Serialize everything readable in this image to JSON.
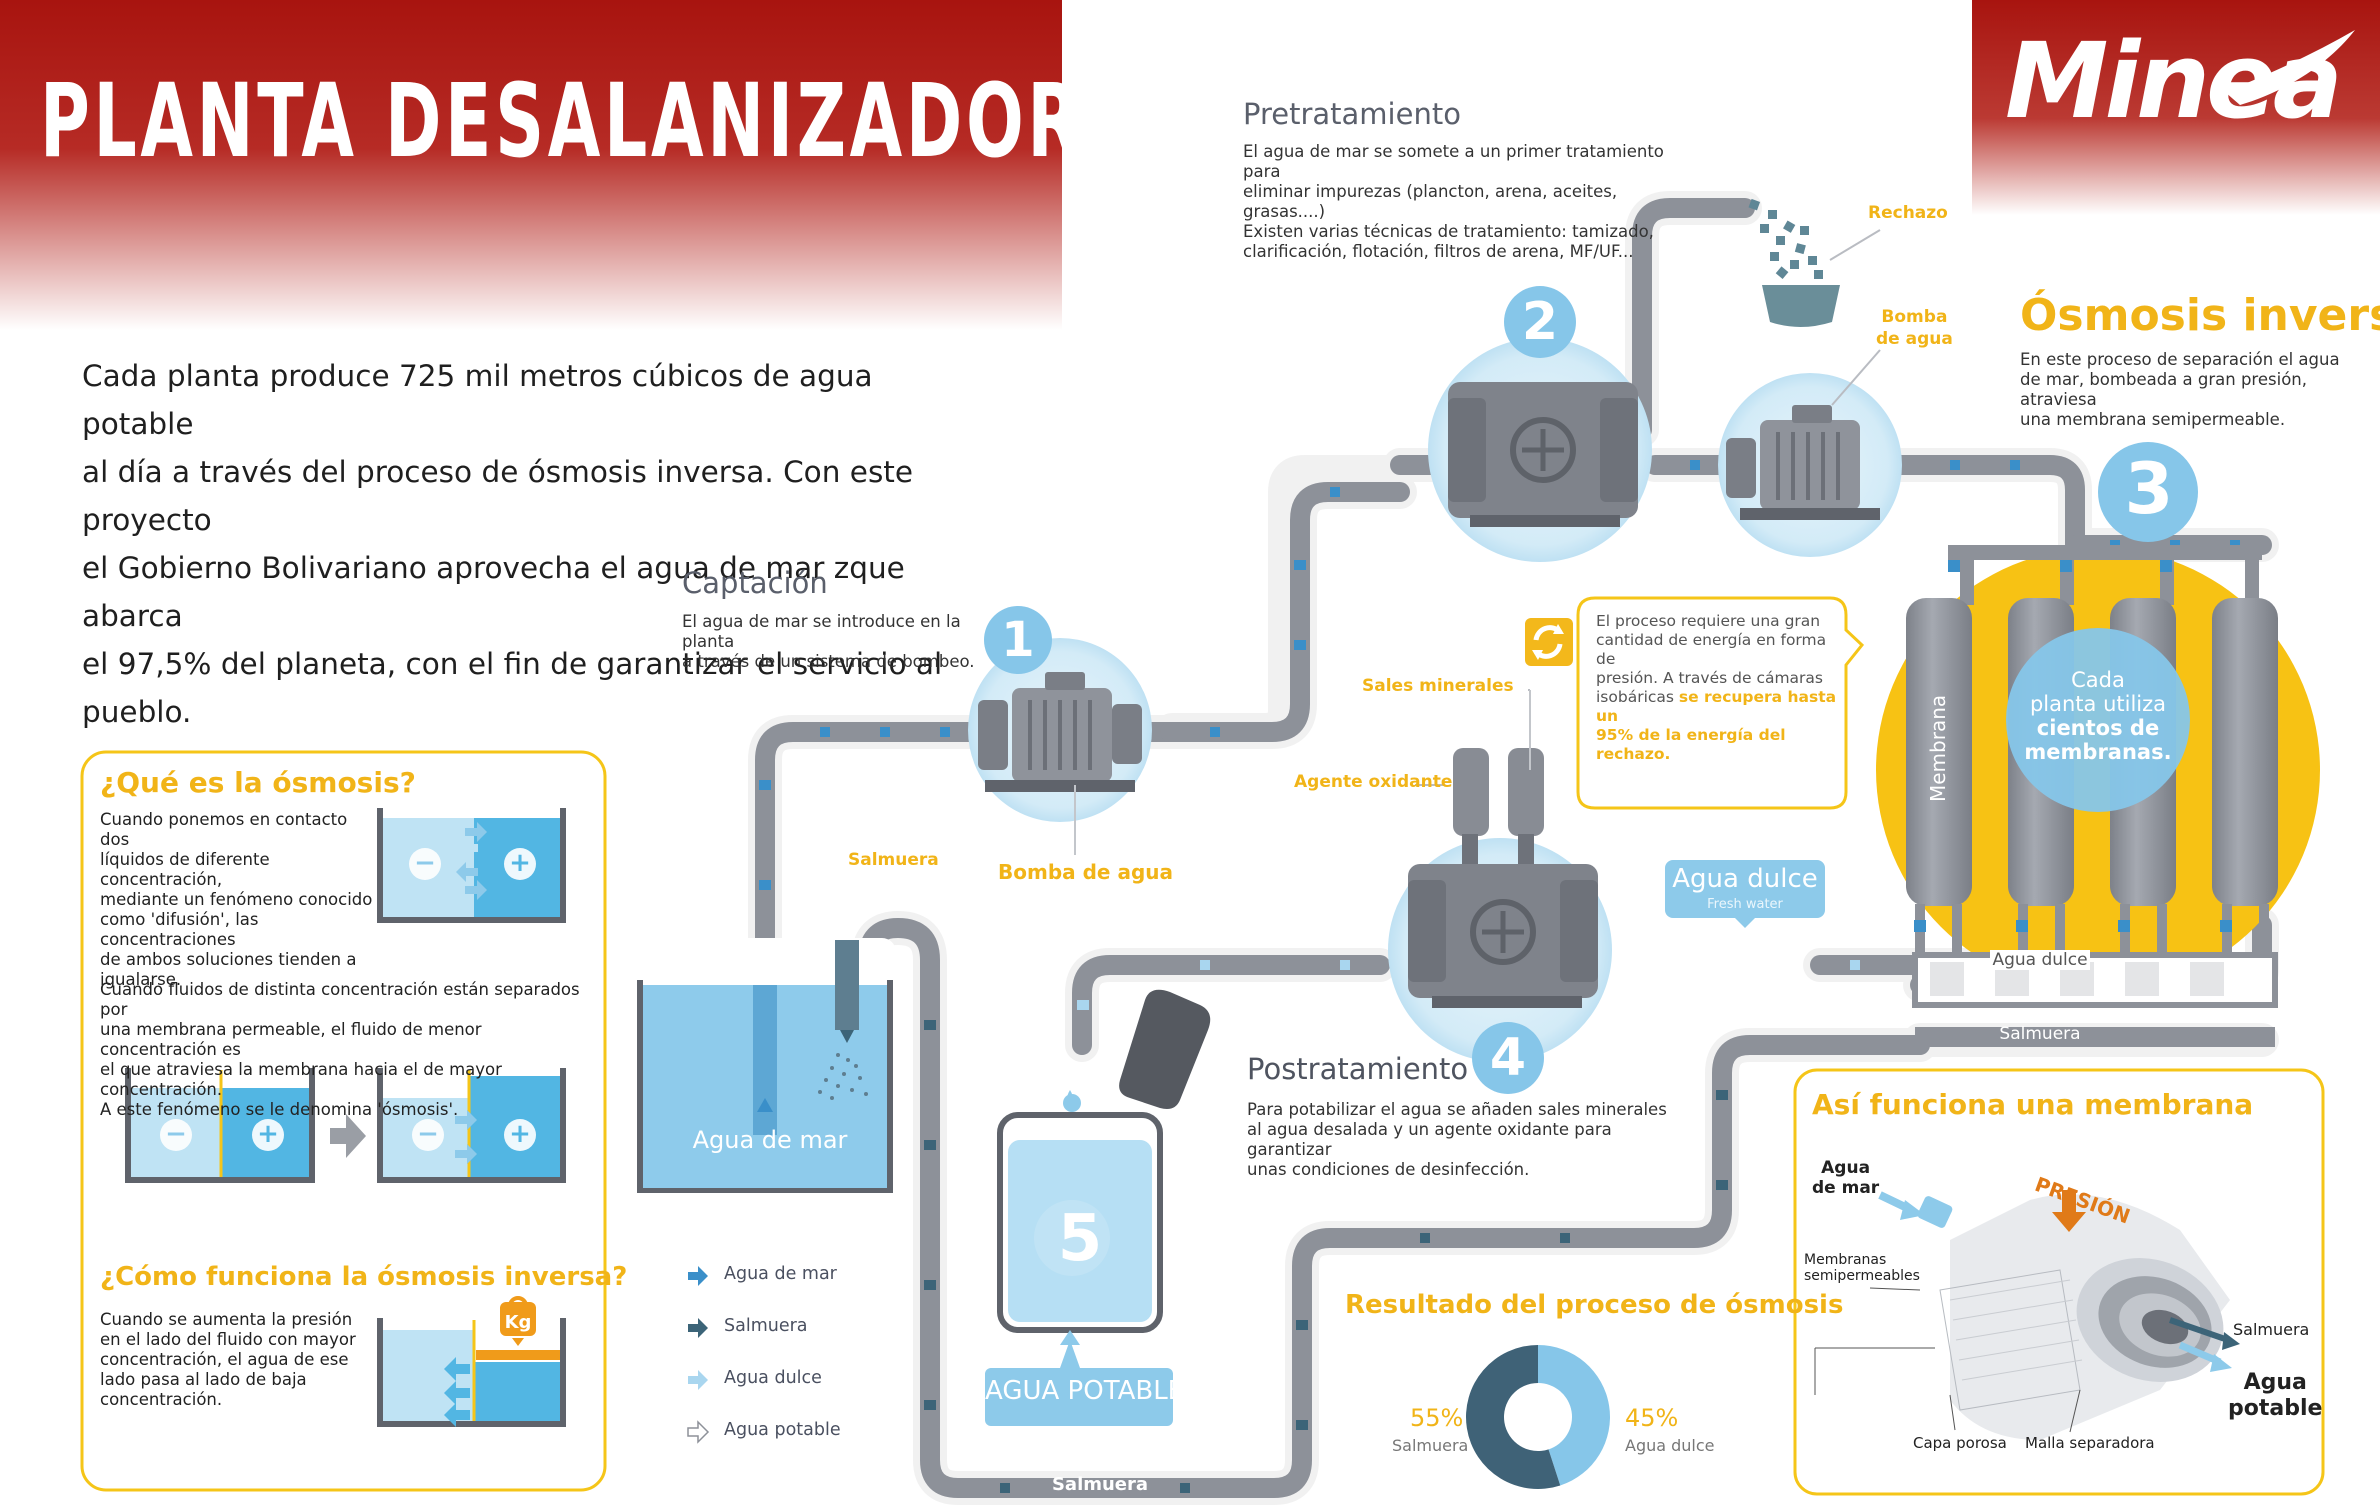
{
  "header": {
    "title": "PLANTA DESALANIZADORA",
    "logo": "Minea"
  },
  "intro": {
    "lines": [
      "Cada planta produce 725 mil metros cúbicos de agua potable",
      "al día a través del proceso de ósmosis inversa. Con este proyecto",
      "el Gobierno Bolivariano aprovecha el agua de mar zque abarca",
      "el 97,5% del planeta, con el fin de garantizar el servicio al pueblo."
    ]
  },
  "steps": {
    "captacion": {
      "number": "1",
      "title": "Captación",
      "text_lines": [
        "El agua de mar se introduce en la planta",
        "a través de un sistema de bombeo."
      ],
      "pump_label": "Bomba de agua"
    },
    "pretratamiento": {
      "number": "2",
      "title": "Pretratamiento",
      "text_lines": [
        "El agua  de mar se somete a un primer tratamiento para",
        "eliminar impurezas (plancton, arena, aceites, grasas....)",
        "Existen varias técnicas de tratamiento: tamizado,",
        "clarificación, flotación, filtros de arena, MF/UF..."
      ],
      "rechazo_label": "Rechazo",
      "pump_label_lines": [
        "Bomba",
        "de agua"
      ]
    },
    "osmosis": {
      "number": "3",
      "title": "Ósmosis inversa",
      "text_lines": [
        "En este proceso de separación  el agua",
        "de mar, bombeada a gran presión, atraviesa",
        "una membrana semipermeable."
      ],
      "membrana_label": "Membrana",
      "circle_lines": [
        "Cada",
        "planta utiliza",
        "cientos de",
        "membranas."
      ],
      "agua_dulce_label": "Agua dulce",
      "salmuera_label": "Salmuera"
    },
    "postratamiento": {
      "number": "4",
      "title": "Postratamiento",
      "text_lines": [
        "Para potabilizar el agua se añaden sales minerales",
        "al agua desalada y un agente oxidante para garantizar",
        "unas condiciones de desinfección."
      ],
      "sales_label": "Sales minerales",
      "agente_label": "Agente oxidante"
    },
    "potable": {
      "number": "5",
      "label": "AGUA POTABLE"
    }
  },
  "energy_note": {
    "lines_plain": [
      "El proceso requiere una gran",
      "cantidad de energía en forma de",
      "presión. A través de cámaras"
    ],
    "line4_plain": "isobáricas ",
    "line4_highlight": "se recupera  hasta un",
    "line5_highlight": "95% de la energía del rechazo."
  },
  "agua_dulce_tag": {
    "title": "Agua dulce",
    "subtitle": "Fresh water"
  },
  "sea_tank": {
    "label": "Agua de mar",
    "salmuera_label": "Salmuera"
  },
  "bottom_pipe_label": "Salmuera",
  "legend": {
    "items": [
      {
        "label": "Agua de mar",
        "color": "#3a8fc9"
      },
      {
        "label": "Salmuera",
        "color": "#3c6478"
      },
      {
        "label": "Agua dulce",
        "color": "#a9d6ef"
      },
      {
        "label": "Agua potable",
        "color": "#ffffff"
      }
    ]
  },
  "osmosis_box": {
    "title1": "¿Qué es la ósmosis?",
    "text1_lines": [
      "Cuando ponemos en contacto dos",
      "líquidos de diferente concentración,",
      "mediante un fenómeno conocido",
      "como 'difusión', las concentraciones",
      "de ambos soluciones tienden a",
      "igualarse."
    ],
    "text2_lines": [
      "Cuando fluidos de distinta concentración están separados por",
      "una membrana permeable, el fluido de menor concentración es",
      "el que atraviesa la membrana hacia el de mayor concentración.",
      "A este fenómeno se le denomina 'ósmosis'."
    ],
    "title2": "¿Cómo funciona la ósmosis inversa?",
    "text3_lines": [
      "Cuando se aumenta la presión",
      "en el lado del fluido con mayor",
      "concentración, el agua de ese",
      "lado pasa al lado de baja",
      "concentración."
    ],
    "weight_label": "Kg",
    "minus": "−",
    "plus": "+"
  },
  "result": {
    "title": "Resultado del proceso de ósmosis",
    "slices": [
      {
        "label": "Salmuera",
        "value": 55,
        "display": "55%",
        "color": "#3f6277"
      },
      {
        "label": "Agua dulce",
        "value": 45,
        "display": "45%",
        "color": "#86c6e9"
      }
    ]
  },
  "membrane_box": {
    "title": "Así funciona una membrana",
    "agua_de_mar_lines": [
      "Agua",
      "de mar"
    ],
    "presion": "PRESIÓN",
    "membranas_lines": [
      "Membranas",
      "semipermeables"
    ],
    "salmuera": "Salmuera",
    "agua_potable_lines": [
      "Agua",
      "potable"
    ],
    "capa_porosa": "Capa porosa",
    "malla": "Malla separadora"
  }
}
